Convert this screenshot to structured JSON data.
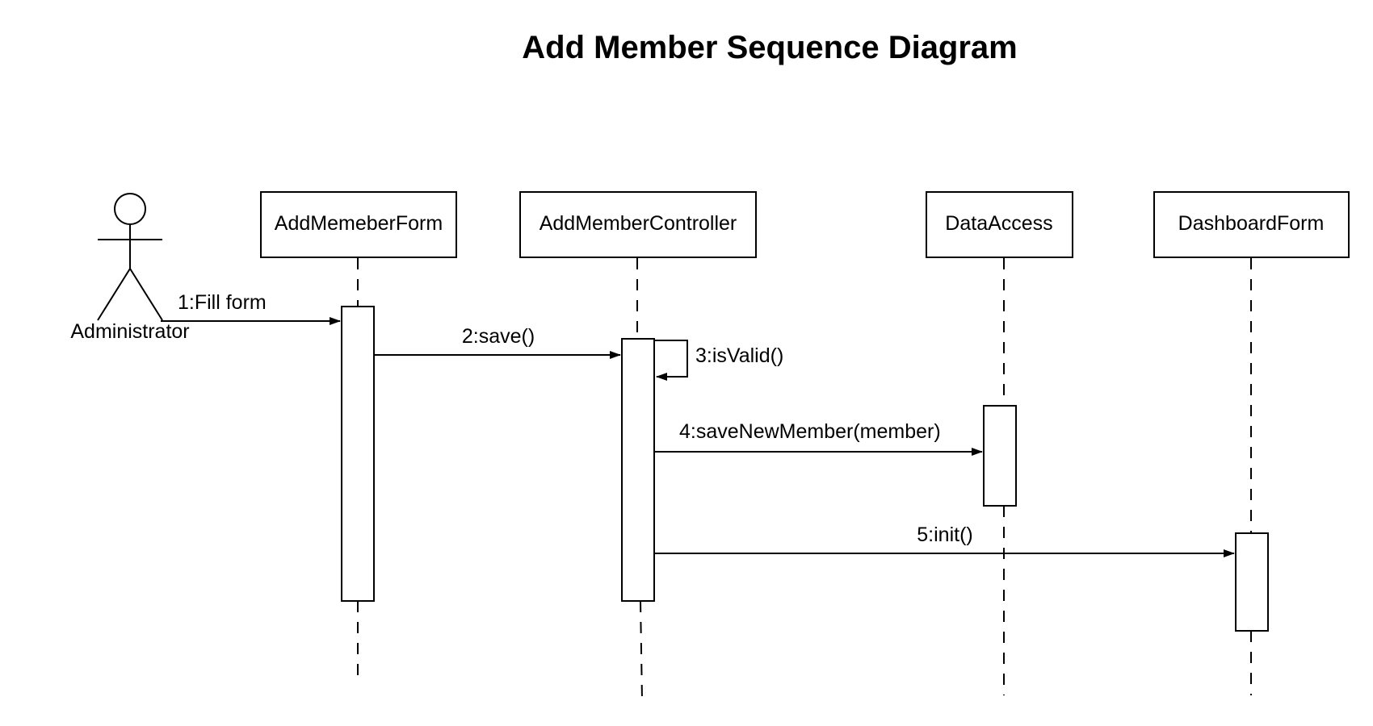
{
  "title": "Add Member Sequence Diagram",
  "actor": {
    "label": "Administrator"
  },
  "participants": [
    {
      "id": "add-memeber-form",
      "label": "AddMemeberForm"
    },
    {
      "id": "add-member-controller",
      "label": "AddMemberController"
    },
    {
      "id": "data-access",
      "label": "DataAccess"
    },
    {
      "id": "dashboard-form",
      "label": "DashboardForm"
    }
  ],
  "messages": [
    {
      "id": "msg-1",
      "label": "1:Fill form",
      "from": "actor",
      "to": "add-memeber-form"
    },
    {
      "id": "msg-2",
      "label": "2:save()",
      "from": "add-memeber-form",
      "to": "add-member-controller"
    },
    {
      "id": "msg-3",
      "label": "3:isValid()",
      "from": "add-member-controller",
      "to": "add-member-controller"
    },
    {
      "id": "msg-4",
      "label": "4:saveNewMember(member)",
      "from": "add-member-controller",
      "to": "data-access"
    },
    {
      "id": "msg-5",
      "label": "5:init()",
      "from": "add-member-controller",
      "to": "dashboard-form"
    }
  ],
  "colors": {
    "stroke": "#000000",
    "fill": "#ffffff",
    "text": "#000000"
  }
}
